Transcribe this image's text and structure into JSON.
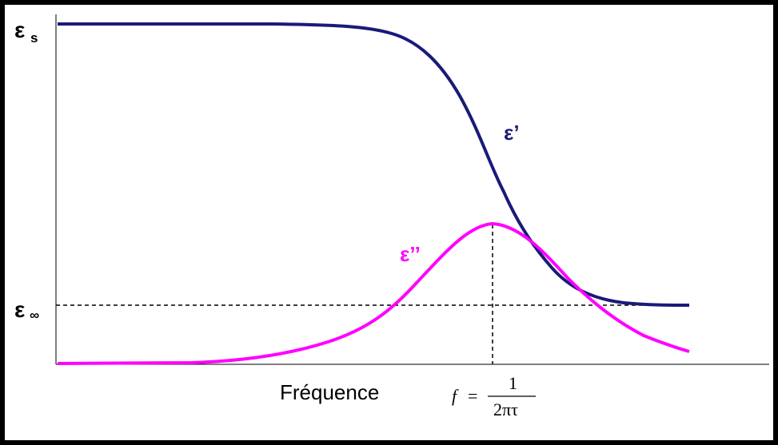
{
  "labels": {
    "eps_s_symbol": "ε",
    "eps_s_sub": "s",
    "eps_inf_symbol": "ε",
    "eps_inf_sub": "∞",
    "eps_prime": "ε’",
    "eps_double_prime": "ε’’",
    "xlabel": "Fréquence",
    "formula_f": "f",
    "formula_eq": "=",
    "formula_num": "1",
    "formula_den": "2πτ"
  },
  "colors": {
    "eps_prime": "#1a1a7a",
    "eps_double_prime": "#ff00ff",
    "frame": "#000000"
  }
}
